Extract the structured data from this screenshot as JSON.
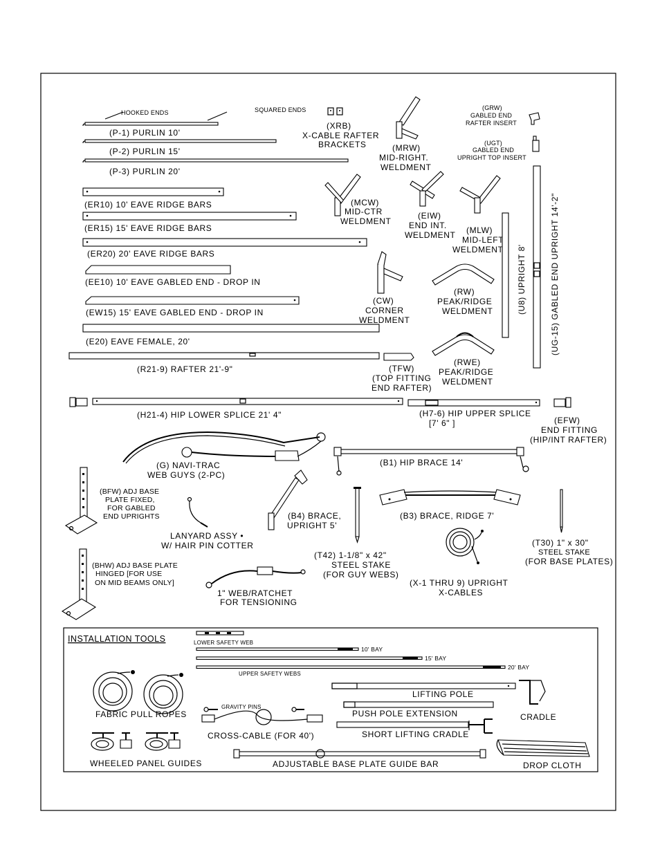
{
  "parts": {
    "hooked_ends": "HOOKED ENDS",
    "squared_ends": "SQUARED ENDS",
    "p1": "(P-1) PURLIN 10'",
    "p2": "(P-2) PURLIN 15'",
    "p3": "(P-3) PURLIN 20'",
    "xrb1": "(XRB)",
    "xrb2": "X-CABLE RAFTER",
    "xrb3": "BRACKETS",
    "mrw1": "(MRW)",
    "mrw2": "MID-RIGHT.",
    "mrw3": "WELDMENT",
    "grw1": "(GRW)",
    "grw2": "GABLED END",
    "grw3": "RAFTER INSERT",
    "ugt1": "(UGT)",
    "ugt2": "GABLED END",
    "ugt3": "UPRIGHT TOP INSERT",
    "er10": "(ER10) 10' EAVE RIDGE BARS",
    "er15": "(ER15) 15' EAVE RIDGE BARS",
    "er20": "(ER20) 20' EAVE RIDGE BARS",
    "mcw1": "(MCW)",
    "mcw2": "MID-CTR",
    "mcw3": "WELDMENT",
    "eiw1": "(EIW)",
    "eiw2": "END INT.",
    "eiw3": "WELDMENT",
    "mlw1": "(MLW)",
    "mlw2": "MID-LEFT",
    "mlw3": "WELDMENT",
    "u8": "(U8) UPRIGHT 8'",
    "ug15": "(UG-15) GABLED END UPRIGHT 14'-2\"",
    "ee10": "(EE10) 10' EAVE GABLED END - DROP IN",
    "ew15": "(EW15) 15' EAVE GABLED END - DROP IN",
    "e20": "(E20) EAVE FEMALE, 20'",
    "cw1": "(CW)",
    "cw2": "CORNER",
    "cw3": "WELDMENT",
    "rw1": "(RW)",
    "rw2": "PEAK/RIDGE",
    "rw3": "WELDMENT",
    "r21": "(R21-9) RAFTER 21'-9\"",
    "tfw1": "(TFW)",
    "tfw2": "(TOP FITTING",
    "tfw3": "END RAFTER)",
    "rwe1": "(RWE)",
    "rwe2": "PEAK/RIDGE",
    "rwe3": "WELDMENT",
    "h21": "(H21-4) HIP LOWER SPLICE 21' 4\"",
    "h7a": "(H7-6) HIP UPPER SPLICE",
    "h7b": "[7' 6\" ]",
    "efw1": "(EFW)",
    "efw2": "END FITTING",
    "efw3": "(HIP/INT RAFTER)",
    "g1": "(G) NAVI-TRAC",
    "g2": "WEB GUYS (2-PC)",
    "b1": "(B1) HIP BRACE 14'",
    "bfw1": "(BFW) ADJ BASE",
    "bfw2": "PLATE FIXED,",
    "bfw3": "FOR GABLED",
    "bfw4": "END UPRIGHTS",
    "b4a": "(B4) BRACE,",
    "b4b": "UPRIGHT 5'",
    "b3": "(B3) BRACE, RIDGE 7'",
    "lan1": "LANYARD ASSY •",
    "lan2": "W/ HAIR PIN COTTER",
    "t42a": "(T42) 1-1/8\" x 42\"",
    "t42b": "STEEL STAKE",
    "t42c": "(FOR GUY WEBS)",
    "t30a": "(T30) 1\" x 30\"",
    "t30b": "STEEL STAKE",
    "t30c": "(FOR BASE PLATES)",
    "bhw1": "(BHW) ADJ BASE PLATE",
    "bhw2": "HINGED [FOR USE",
    "bhw3": "ON MID BEAMS ONLY]",
    "web1": "1\" WEB/RATCHET",
    "web2": "FOR TENSIONING",
    "x1": "(X-1 THRU 9) UPRIGHT",
    "x2": "X-CABLES"
  },
  "tools": {
    "title": "INSTALLATION TOOLS",
    "lower_safety": "LOWER SAFETY WEB",
    "bay10": "10' BAY",
    "bay15": "15' BAY",
    "bay20": "20' BAY",
    "upper_safety": "UPPER SAFETY WEBS",
    "lifting_pole": "LIFTING POLE",
    "cradle": "CRADLE",
    "pull_ropes": "FABRIC PULL ROPES",
    "gravity_pins": "GRAVITY PINS",
    "push_pole": "PUSH POLE EXTENSION",
    "cross_cable": "CROSS-CABLE (FOR 40')",
    "short_cradle": "SHORT LIFTING CRADLE",
    "panel_guides": "WHEELED PANEL GUIDES",
    "guide_bar": "ADJUSTABLE BASE PLATE GUIDE BAR",
    "drop_cloth": "DROP CLOTH"
  }
}
